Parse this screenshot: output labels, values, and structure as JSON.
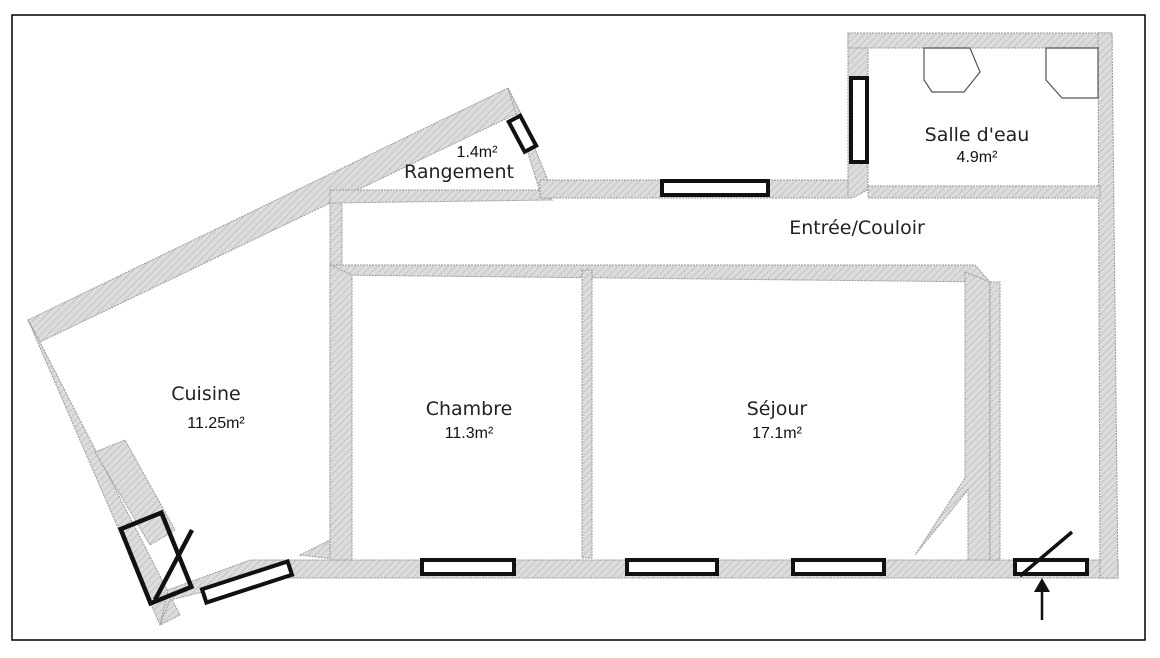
{
  "plan": {
    "rooms": [
      {
        "id": "salle-d-eau",
        "name": "Salle d'eau",
        "area": "4.9m²"
      },
      {
        "id": "rangement",
        "name": "Rangement",
        "area": "1.4m²"
      },
      {
        "id": "entree-couloir",
        "name": "Entrée/Couloir",
        "area": ""
      },
      {
        "id": "cuisine",
        "name": "Cuisine",
        "area": "11.25m²"
      },
      {
        "id": "chambre",
        "name": "Chambre",
        "area": "11.3m²"
      },
      {
        "id": "sejour",
        "name": "Séjour",
        "area": "17.1m²"
      }
    ],
    "colors": {
      "wall_fill": "#d9d9d9",
      "wall_edge": "#9a9a9a",
      "window": "#111111",
      "frame": "#000000"
    }
  }
}
